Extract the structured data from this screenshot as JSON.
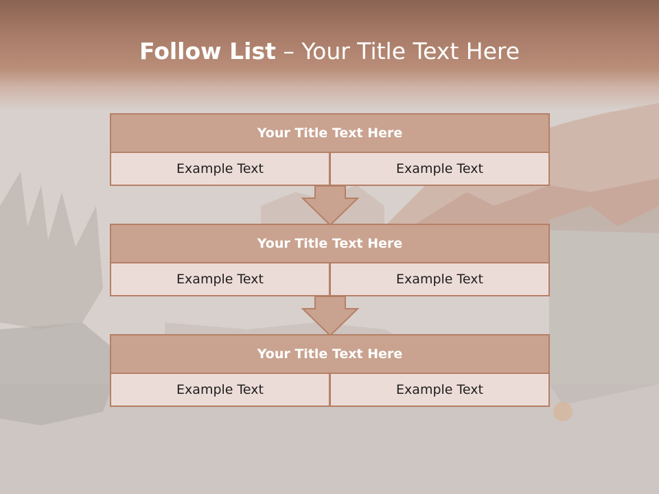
{
  "title": {
    "bold": "Follow List",
    "rest": " – Your Title Text Here"
  },
  "blocks": [
    {
      "title": "Your Title Text Here",
      "left": "Example Text",
      "right": "Example Text"
    },
    {
      "title": "Your Title Text Here",
      "left": "Example Text",
      "right": "Example Text"
    },
    {
      "title": "Your Title Text Here",
      "left": "Example Text",
      "right": "Example Text"
    }
  ],
  "colors": {
    "header": "#a67a66",
    "title_box": "#c9a390",
    "cell_box": "#ecdcd7",
    "border": "#b57f66",
    "arrow_fill": "#c9a390",
    "arrow_stroke": "#b57f66"
  }
}
